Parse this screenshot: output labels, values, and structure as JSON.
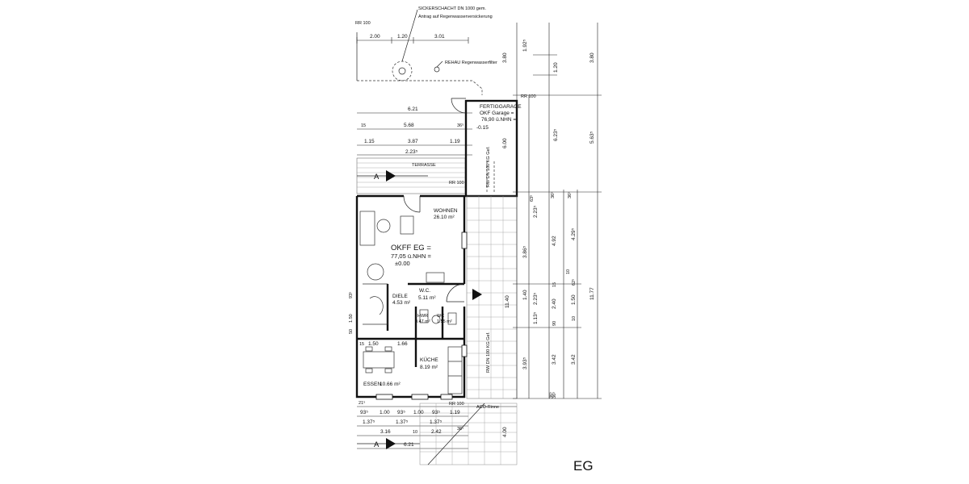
{
  "plan": {
    "floor_label": "EG",
    "notes": {
      "sickerschacht_line1": "SICKERSCHACHT DN 1000 gem.",
      "sickerschacht_line2": "Antrag auf Regenwasserversickerung",
      "filter": "REHAU Regenwasserfilter",
      "aco": "ACO-Rinne",
      "terrasse": "TERRASSE",
      "rw_upper": "RW DN 100 KG Gef.",
      "rw_lower": "RW DN 100 KG Gef."
    },
    "rr_labels": [
      "RR 100",
      "RR 100",
      "RR 100",
      "RR 100"
    ],
    "section_marks": [
      "A",
      "A"
    ],
    "garage": {
      "line1": "FERTIGGARAGE",
      "line2": "OKF Garage =",
      "line3": "76,90 ü.NHN =",
      "line4": "-0.15"
    },
    "okff": {
      "line1": "OKFF EG =",
      "line2": "77,05 ü.NHN =",
      "line3": "±0.00"
    },
    "rooms": {
      "wohnen": {
        "name": "WOHNEN",
        "area": "26.10 m²"
      },
      "diele": {
        "name": "DIELE",
        "area": "4.53 m²"
      },
      "wc": {
        "name": "W.C.",
        "area": "5.11 m²"
      },
      "hwr": {
        "name": "HWR",
        "area": "0.47 m²"
      },
      "wc2": {
        "name": "WC",
        "area": "1.55 m²"
      },
      "kueche": {
        "name": "KÜCHE",
        "area": "8.19 m²"
      },
      "essen": {
        "name": "ESSEN",
        "area": "10.66 m²"
      }
    },
    "dims": {
      "top_a": "2.00",
      "top_b": "1.20",
      "top_c": "3.01",
      "top_d": "3.80",
      "w_621_top": "6.21",
      "w_15": "15",
      "w_568": "5.68",
      "w_365": "36⁵",
      "w_115": "1.15",
      "w_387": "3.87",
      "w_119": "1.19",
      "w_2235": "2.23⁵",
      "g_600": "6.00",
      "r1_1925": "1.92⁵",
      "r1_120": "1.20",
      "r1_6235": "6.23⁵",
      "r1_365a": "36⁵",
      "r1_2235": "2.23⁵",
      "r1_865": "3.86⁵",
      "r1_140": "1.40",
      "r1_2235b": "2.23⁵",
      "r1_1135": "1.13⁵",
      "r1_3935": "3.93⁵",
      "r1_365b": "36⁵",
      "r1_1140": "11.40",
      "r2_635": "63⁵",
      "r2_492": "4.92",
      "r2_15": "15",
      "r2_240": "2.40",
      "r2_90": "90",
      "r2_342": "3.42",
      "r2_365": "36⁵",
      "r3_380": "3.80",
      "r3_5635": "5.63⁵",
      "r3_365": "36⁵",
      "r3_4295": "4.29⁵",
      "r3_10": "10",
      "r3_625": "62⁵",
      "r3_150": "1.50",
      "r3_10b": "10",
      "r3_342": "3.42",
      "r3_1177": "11.77",
      "l_935": "93⁵",
      "l_150": "1.50",
      "l_50": "50",
      "b_15": "15",
      "b_150": "1.50",
      "b_166": "1.66",
      "b_215": "21⁵",
      "b_935a": "93⁵",
      "b_100": "1.00",
      "b_935b": "93⁵",
      "b_100b": "1.00",
      "b_935c": "93⁵",
      "b_119": "1.19",
      "b_1375a": "1.37⁵",
      "b_1375b": "1.37⁵",
      "b_1375c": "1.37⁵",
      "b_316": "3.16",
      "b_10": "10",
      "b_242": "2.42",
      "b_365": "36⁵",
      "b_621": "6.21",
      "b_400": "4.00"
    }
  }
}
